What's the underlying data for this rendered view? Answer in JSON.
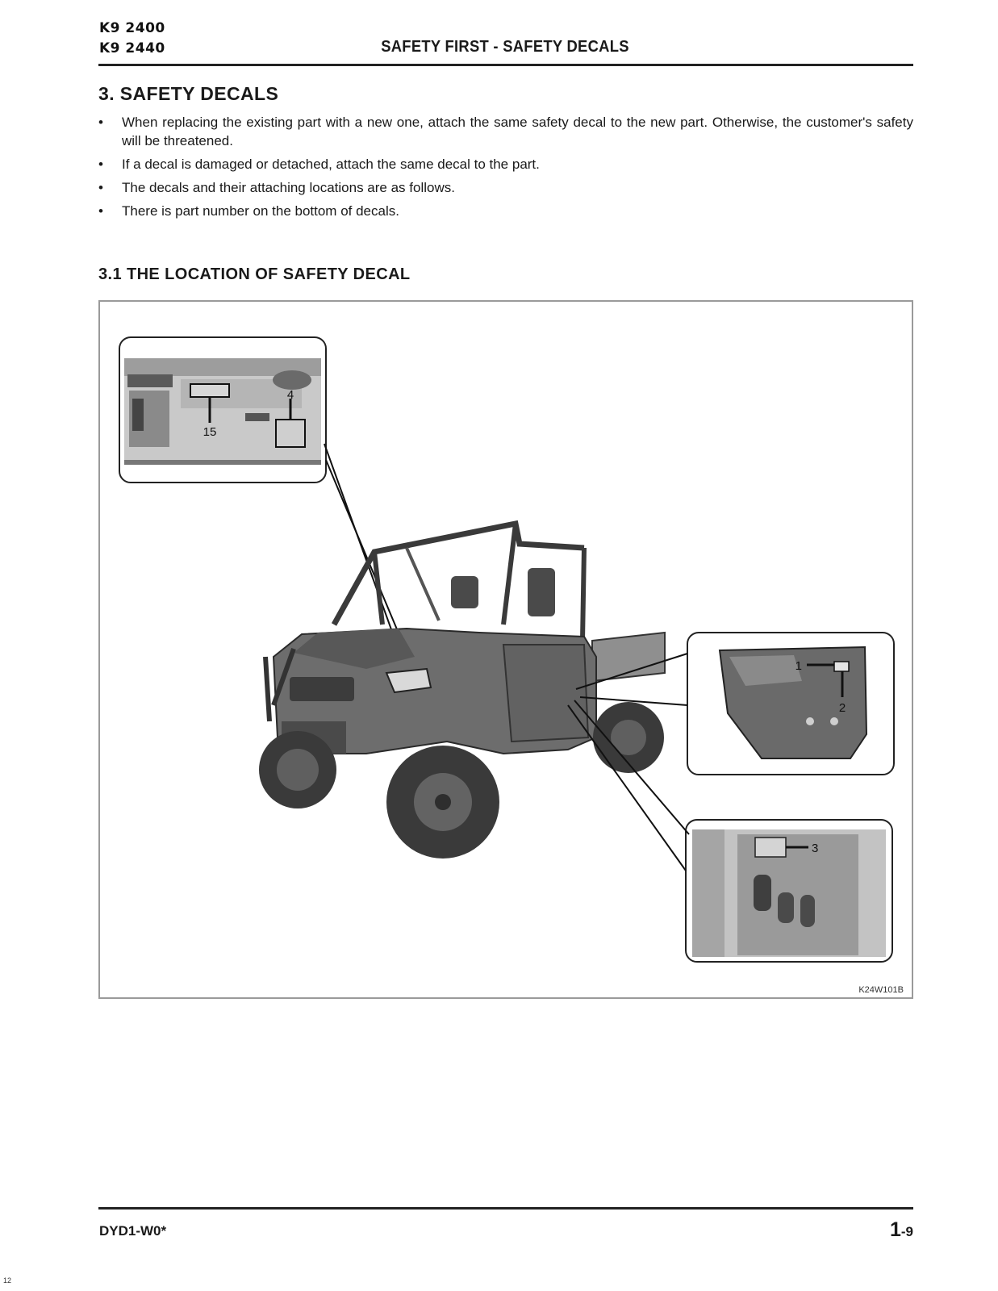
{
  "header": {
    "models": [
      "K9 2400",
      "K9 2440"
    ],
    "title": "SAFETY FIRST - SAFETY DECALS"
  },
  "section": {
    "title": "3. SAFETY DECALS",
    "bullets": [
      "When replacing the existing part with a new one, attach the same safety decal to the new part. Otherwise, the customer's safety will be threatened.",
      "If a decal is damaged or detached, attach the same decal to the part.",
      "The decals and their attaching locations are as follows.",
      "There is part number on the bottom of decals."
    ]
  },
  "subsection": {
    "title": "3.1  THE LOCATION OF SAFETY DECAL"
  },
  "figure": {
    "code": "K24W101B",
    "callouts": {
      "dash": [
        "4",
        "15"
      ],
      "door": [
        "1",
        "2"
      ],
      "floor": [
        "3"
      ]
    }
  },
  "footer": {
    "doc_code": "DYD1-W0*",
    "page_chapter": "1",
    "page_number": "-9",
    "corner_number": "12"
  }
}
